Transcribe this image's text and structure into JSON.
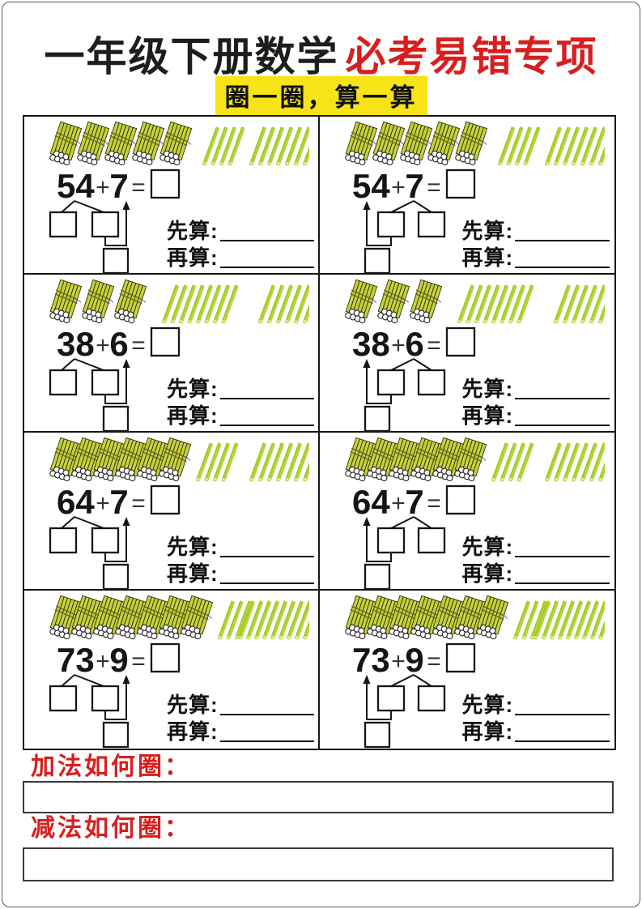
{
  "header": {
    "title_black": "一年级下册数学",
    "title_red": "必考易错专项",
    "subtitle": "圈一圈，算一算"
  },
  "symbols": {
    "plus": "+",
    "equals": "="
  },
  "calc_labels": {
    "first": "先算:",
    "then": "再算:"
  },
  "problems": [
    {
      "addend1": "54",
      "addend2": "7",
      "bundles": 5,
      "single_sticks": 4,
      "addend_sticks": 7,
      "decompose": "first"
    },
    {
      "addend1": "54",
      "addend2": "7",
      "bundles": 5,
      "single_sticks": 4,
      "addend_sticks": 7,
      "decompose": "second"
    },
    {
      "addend1": "38",
      "addend2": "6",
      "bundles": 3,
      "single_sticks": 8,
      "addend_sticks": 6,
      "decompose": "first"
    },
    {
      "addend1": "38",
      "addend2": "6",
      "bundles": 3,
      "single_sticks": 8,
      "addend_sticks": 6,
      "decompose": "second"
    },
    {
      "addend1": "64",
      "addend2": "7",
      "bundles": 6,
      "single_sticks": 4,
      "addend_sticks": 7,
      "decompose": "first"
    },
    {
      "addend1": "64",
      "addend2": "7",
      "bundles": 6,
      "single_sticks": 4,
      "addend_sticks": 7,
      "decompose": "second"
    },
    {
      "addend1": "73",
      "addend2": "9",
      "bundles": 7,
      "single_sticks": 3,
      "addend_sticks": 9,
      "decompose": "first"
    },
    {
      "addend1": "73",
      "addend2": "9",
      "bundles": 7,
      "single_sticks": 3,
      "addend_sticks": 9,
      "decompose": "second"
    }
  ],
  "footer": {
    "addition_label": "加法如何圈：",
    "subtraction_label": "减法如何圈："
  },
  "colors": {
    "title_red": "#d81e1e",
    "subtitle_bg": "#f7e318",
    "stick_green": "#b5d438",
    "bundle_green": "#c6d23b",
    "line_black": "#161616"
  }
}
